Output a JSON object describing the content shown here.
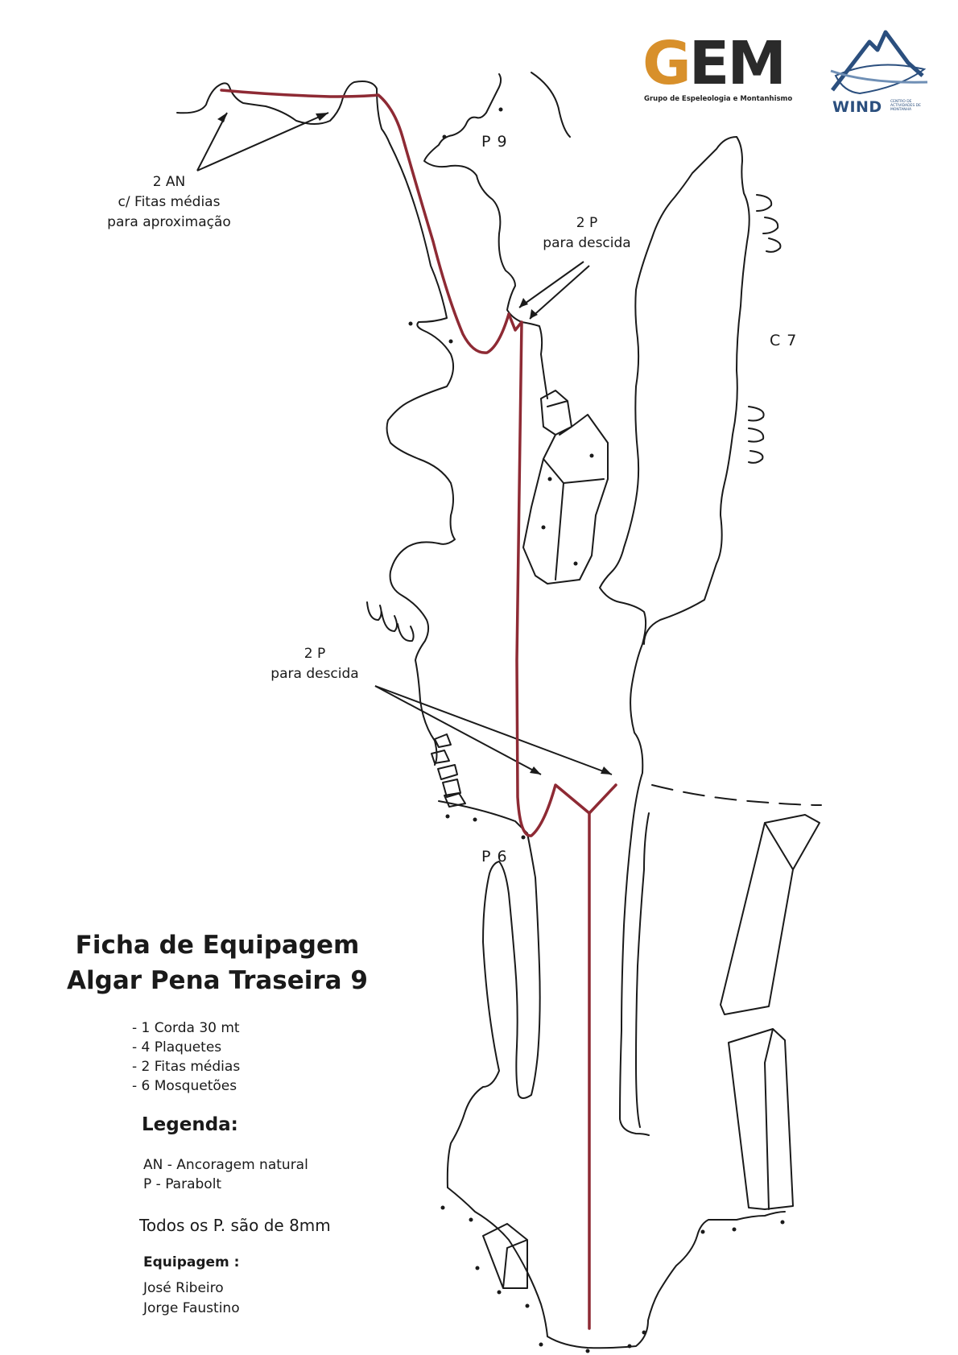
{
  "title_lines": [
    "Ficha de Equipagem",
    "Algar Pena Traseira 9"
  ],
  "material_list": [
    "- 1 Corda 30 mt",
    "- 4 Plaquetes",
    "- 2 Fitas médias",
    "- 6 Mosquetões"
  ],
  "legend": {
    "title": "Legenda:",
    "items": [
      "AN - Ancoragem natural",
      "P - Parabolt"
    ]
  },
  "note": "Todos os P. são de 8mm",
  "equipping": {
    "title": "Equipagem :",
    "names": [
      "José Ribeiro",
      "Jorge Faustino"
    ]
  },
  "labels": {
    "an_lines": [
      "2 AN",
      "c/ Fitas médias",
      "para aproximação"
    ],
    "p_top_lines": [
      "2 P",
      "para descida"
    ],
    "p_mid_lines": [
      "2 P",
      "para descida"
    ],
    "pitch_p9": "P 9",
    "pitch_c7": "C 7",
    "pitch_p6": "P 6"
  },
  "logos": {
    "gem_letters": [
      "G",
      "E",
      "M"
    ],
    "gem_subtitle": "Grupo de Espeleologia e Montanhismo",
    "wind_text": "WIND",
    "wind_subtitle": "CENTRO DE ACTIVIDADES DE MONTANHA"
  },
  "colors": {
    "rope": "#8e2a34",
    "rock_line": "#1a1a1a",
    "gem_accent": "#d8902b",
    "wind_blue": "#2b4f7e"
  }
}
